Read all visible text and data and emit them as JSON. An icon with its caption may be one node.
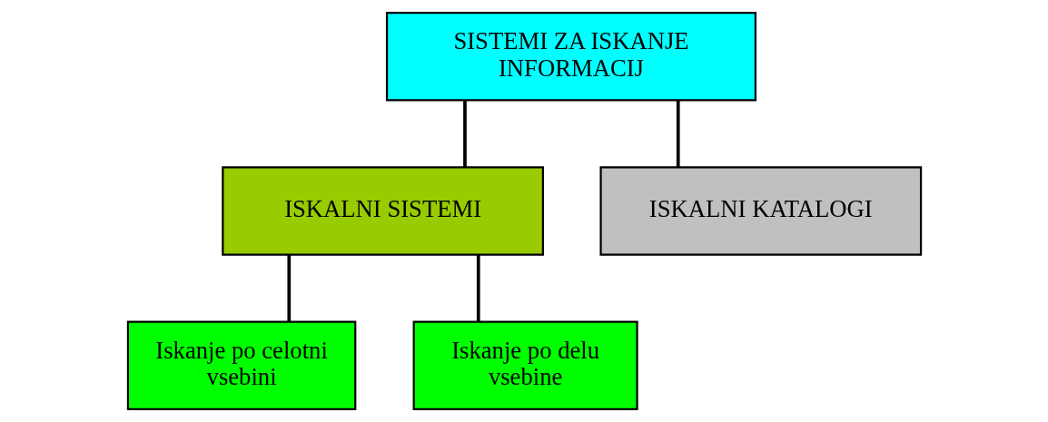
{
  "diagram": {
    "nodes": [
      {
        "text": [
          "SISTEMI ZA ISKANJE INFORMACIJ"
        ]
      },
      {
        "text": [
          "ISKALNI SISTEMI"
        ]
      },
      {
        "text": [
          "ISKALNI KATALOGI"
        ]
      },
      {
        "text": [
          "Iskanje po celotni vsebini"
        ]
      },
      {
        "text": [
          "Iskanje po delu vsebine"
        ]
      }
    ],
    "edges": [
      {
        "from": 0,
        "to": 1,
        "arrow": "none"
      },
      {
        "from": 0,
        "to": 2,
        "arrow": "none"
      },
      {
        "from": 1,
        "to": 3,
        "arrow": "none"
      },
      {
        "from": 1,
        "to": 4,
        "arrow": "none"
      }
    ]
  }
}
